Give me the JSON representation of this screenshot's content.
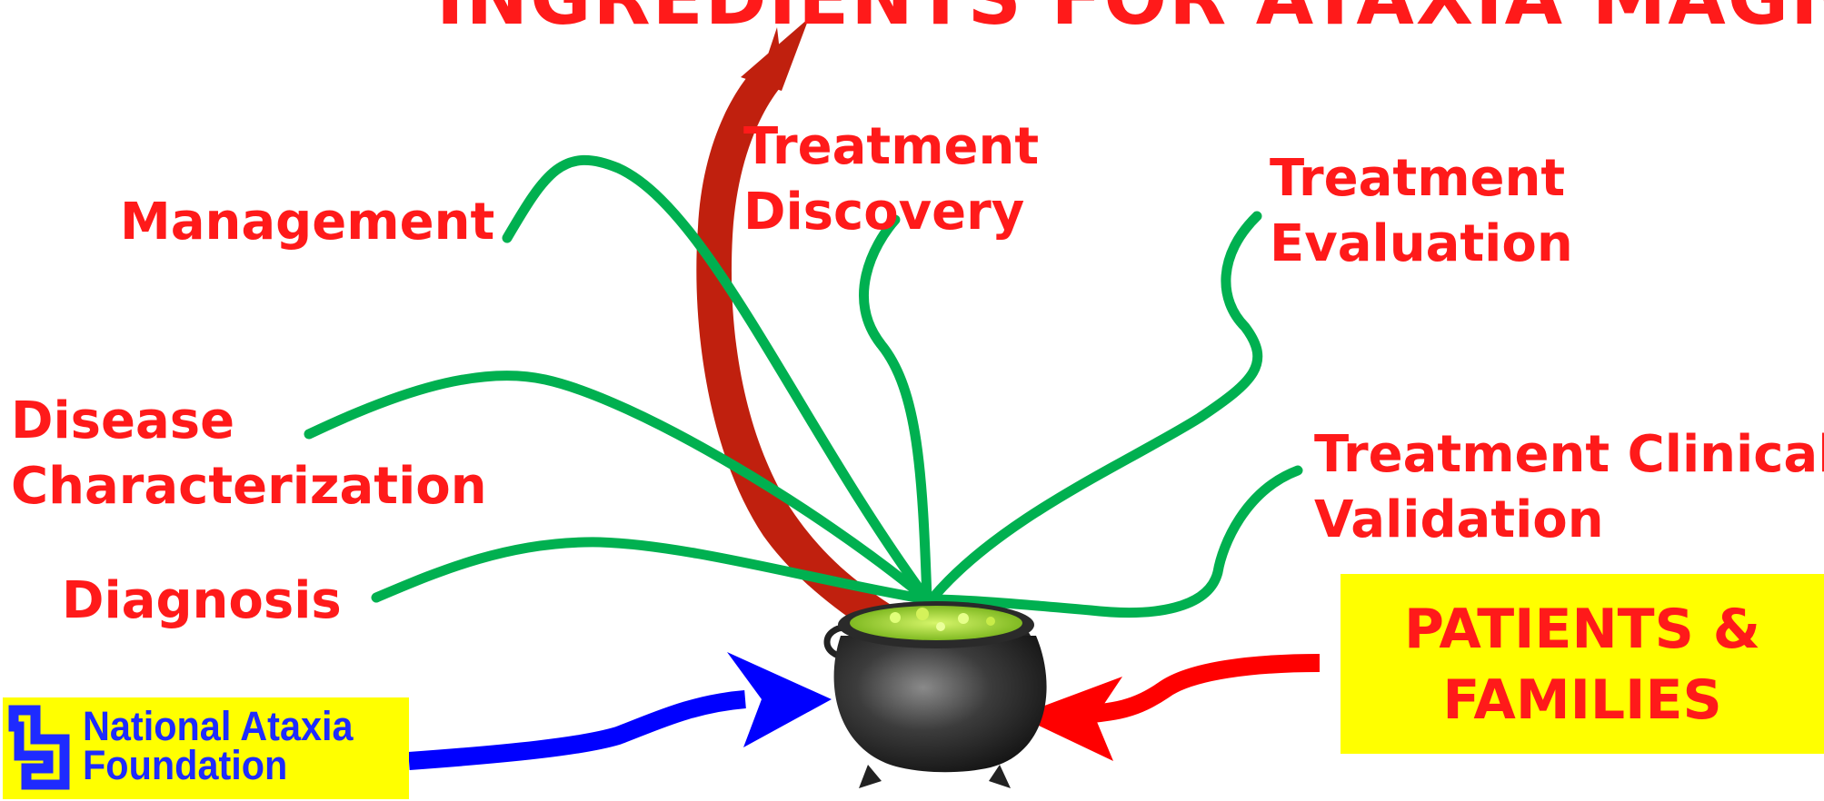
{
  "diagram": {
    "title": "INGREDIENTS FOR ATAXIA MAGIC",
    "ingredients": {
      "management": "Management",
      "treatment_discovery_line1": "Treatment",
      "treatment_discovery_line2": "Discovery",
      "treatment_evaluation_line1": "Treatment",
      "treatment_evaluation_line2": "Evaluation",
      "disease_characterization_line1": "Disease",
      "disease_characterization_line2": "Characterization",
      "treatment_clinical_validation_line1": "Treatment Clinical",
      "treatment_clinical_validation_line2": "Validation",
      "diagnosis": "Diagnosis"
    },
    "patients_families_line1": "PATIENTS &",
    "patients_families_line2": "FAMILIES",
    "organization_line1": "National Ataxia",
    "organization_line2": "Foundation"
  },
  "colors": {
    "label_red": "#ff1a1a",
    "stem_green": "#00b050",
    "arrow_dark_red": "#c0200e",
    "arrow_blue": "#0000ff",
    "arrow_red": "#ff0000",
    "highlight_yellow": "#ffff00",
    "logo_blue": "#1e2bff",
    "cauldron_black": "#333333",
    "brew_green": "#a8e02a"
  },
  "icons": [
    "cauldron-icon",
    "naf-logo-icon"
  ]
}
